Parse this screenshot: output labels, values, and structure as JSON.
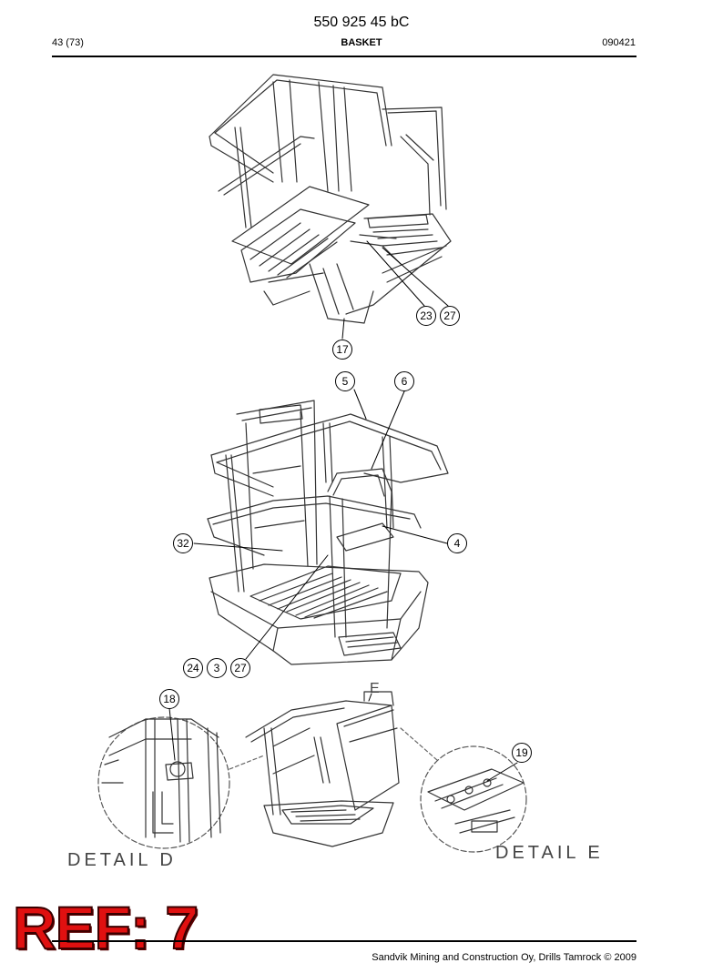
{
  "header": {
    "doc_number": "550 925 45 bC",
    "page": "43 (73)",
    "section": "BASKET",
    "date_code": "090421"
  },
  "callouts": {
    "c23": "23",
    "c27a": "27",
    "c17": "17",
    "c5": "5",
    "c6": "6",
    "c32": "32",
    "c4": "4",
    "c24": "24",
    "c3": "3",
    "c27b": "27",
    "c18": "18",
    "c19": "19",
    "e_marker": "E"
  },
  "details": {
    "d": "DETAIL D",
    "e": "DETAIL E"
  },
  "stamp": "REF: 7",
  "footer": "Sandvik Mining and Construction Oy, Drills Tamrock © 2009"
}
